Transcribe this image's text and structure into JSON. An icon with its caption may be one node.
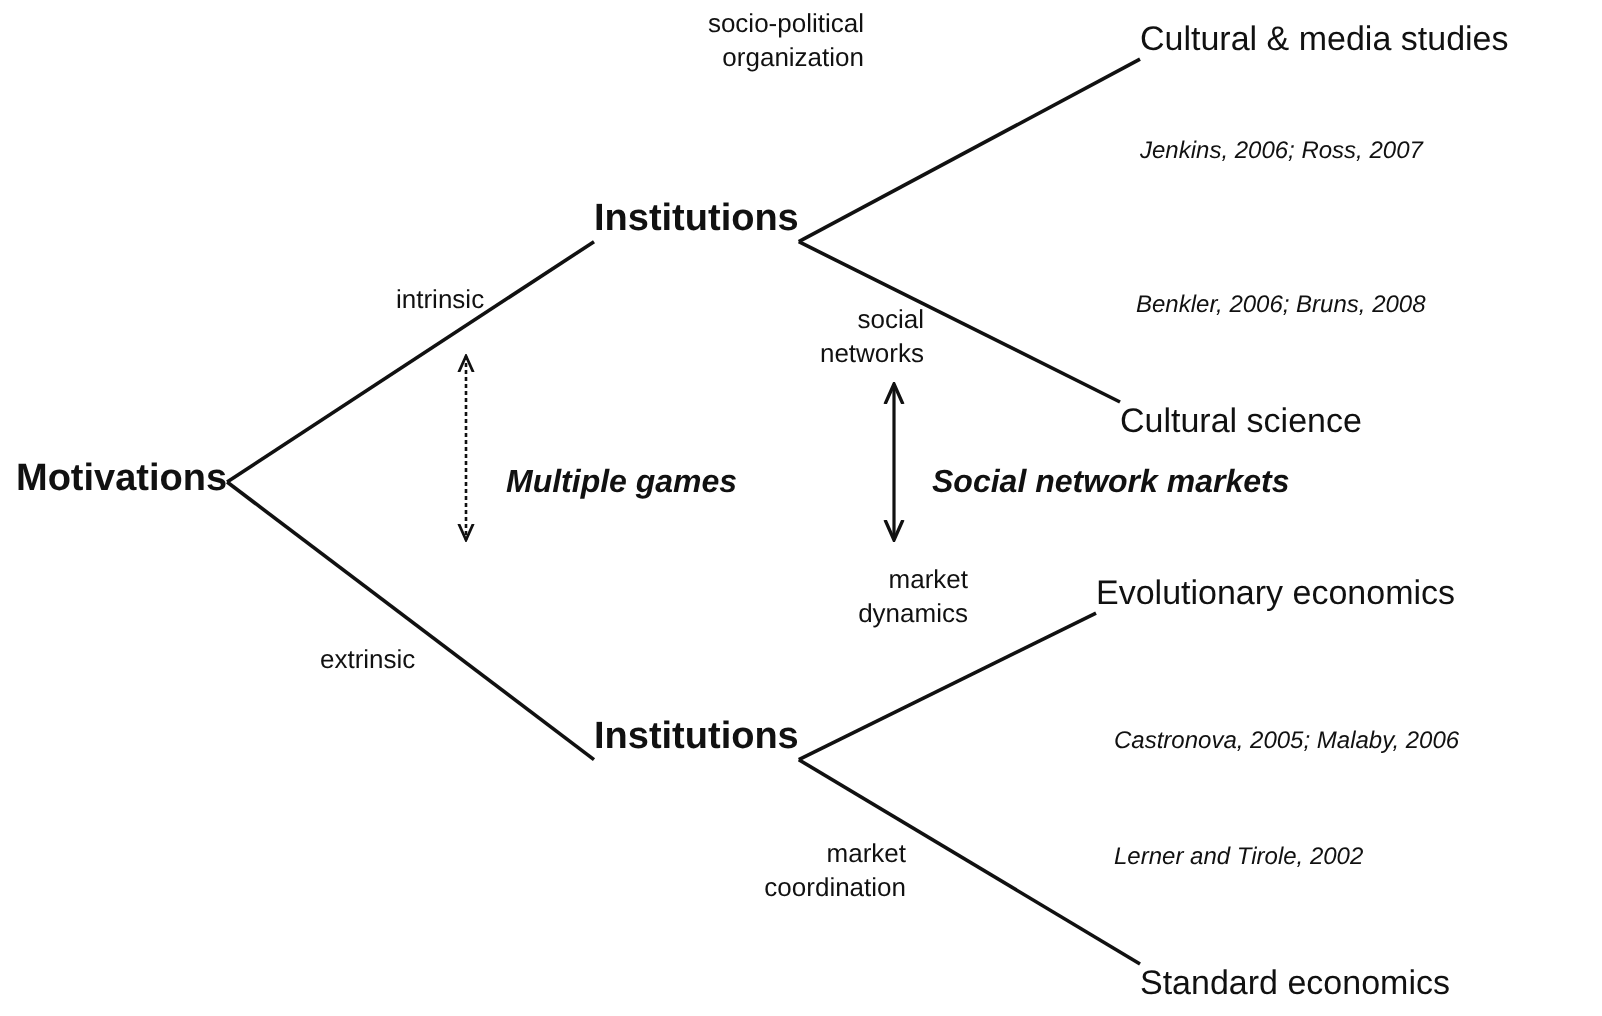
{
  "diagram": {
    "nodes": [
      {
        "text": [
          "Motivations"
        ]
      },
      {
        "text": [
          "Institutions"
        ]
      },
      {
        "text": [
          "Institutions"
        ]
      },
      {
        "text": [
          "Cultural & media studies"
        ]
      },
      {
        "text": [
          "Cultural science"
        ]
      },
      {
        "text": [
          "Evolutionary economics"
        ]
      },
      {
        "text": [
          "Standard economics"
        ]
      }
    ],
    "edges": [
      {
        "from": 0,
        "to": 1,
        "arrow": "none",
        "label": "intrinsic"
      },
      {
        "from": 0,
        "to": 2,
        "arrow": "none",
        "label": "extrinsic"
      },
      {
        "from": 1,
        "to": 3,
        "arrow": "none",
        "label": "socio-political organization"
      },
      {
        "from": 1,
        "to": 4,
        "arrow": "none",
        "label": "social networks"
      },
      {
        "from": 2,
        "to": 5,
        "arrow": "none",
        "label": "market dynamics"
      },
      {
        "from": 2,
        "to": 6,
        "arrow": "none",
        "label": "market coordination"
      }
    ],
    "labels": [
      "Jenkins, 2006; Ross, 2007",
      "Benkler, 2006; Bruns, 2008",
      "Multiple games",
      "Social network markets",
      "Castronova, 2005; Malaby, 2006",
      "Lerner and Tirole, 2002"
    ]
  }
}
